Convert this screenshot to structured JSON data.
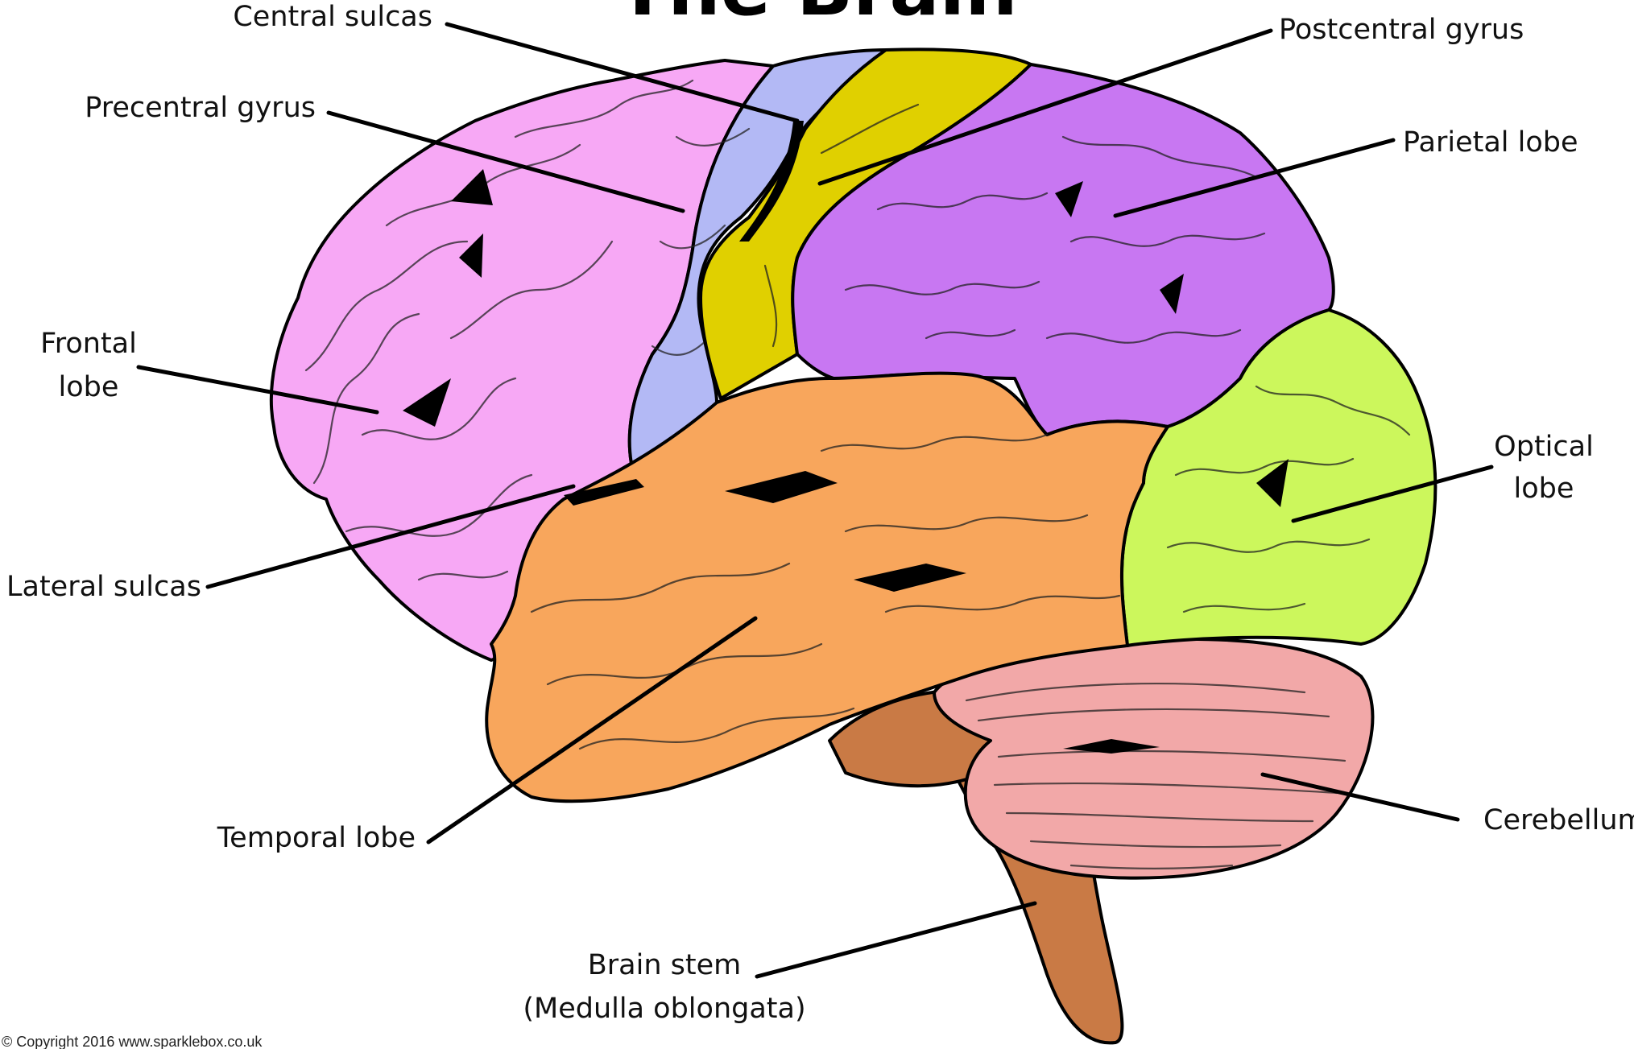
{
  "title": "The Brain",
  "copyright": "© Copyright 2016  www.sparklebox.co.uk",
  "colors": {
    "frontal_lobe": "#f7a8f5",
    "precentral_gyrus": "#b3b9f5",
    "postcentral_gyrus": "#e0d000",
    "parietal_lobe": "#c877f2",
    "temporal_lobe": "#f8a65c",
    "optical_lobe": "#ccf75c",
    "cerebellum": "#f2a8a8",
    "brain_stem": "#c97a45"
  },
  "labels": {
    "central_sulcas": "Central sulcas",
    "precentral_gyrus": "Precentral gyrus",
    "frontal_lobe_1": "Frontal",
    "frontal_lobe_2": "lobe",
    "lateral_sulcas": "Lateral sulcas",
    "temporal_lobe": "Temporal lobe",
    "brain_stem_1": "Brain stem",
    "brain_stem_2": "(Medulla oblongata)",
    "postcentral_gyrus": "Postcentral gyrus",
    "parietal_lobe": "Parietal lobe",
    "optical_lobe_1": "Optical",
    "optical_lobe_2": "lobe",
    "cerebellum": "Cerebellum"
  }
}
